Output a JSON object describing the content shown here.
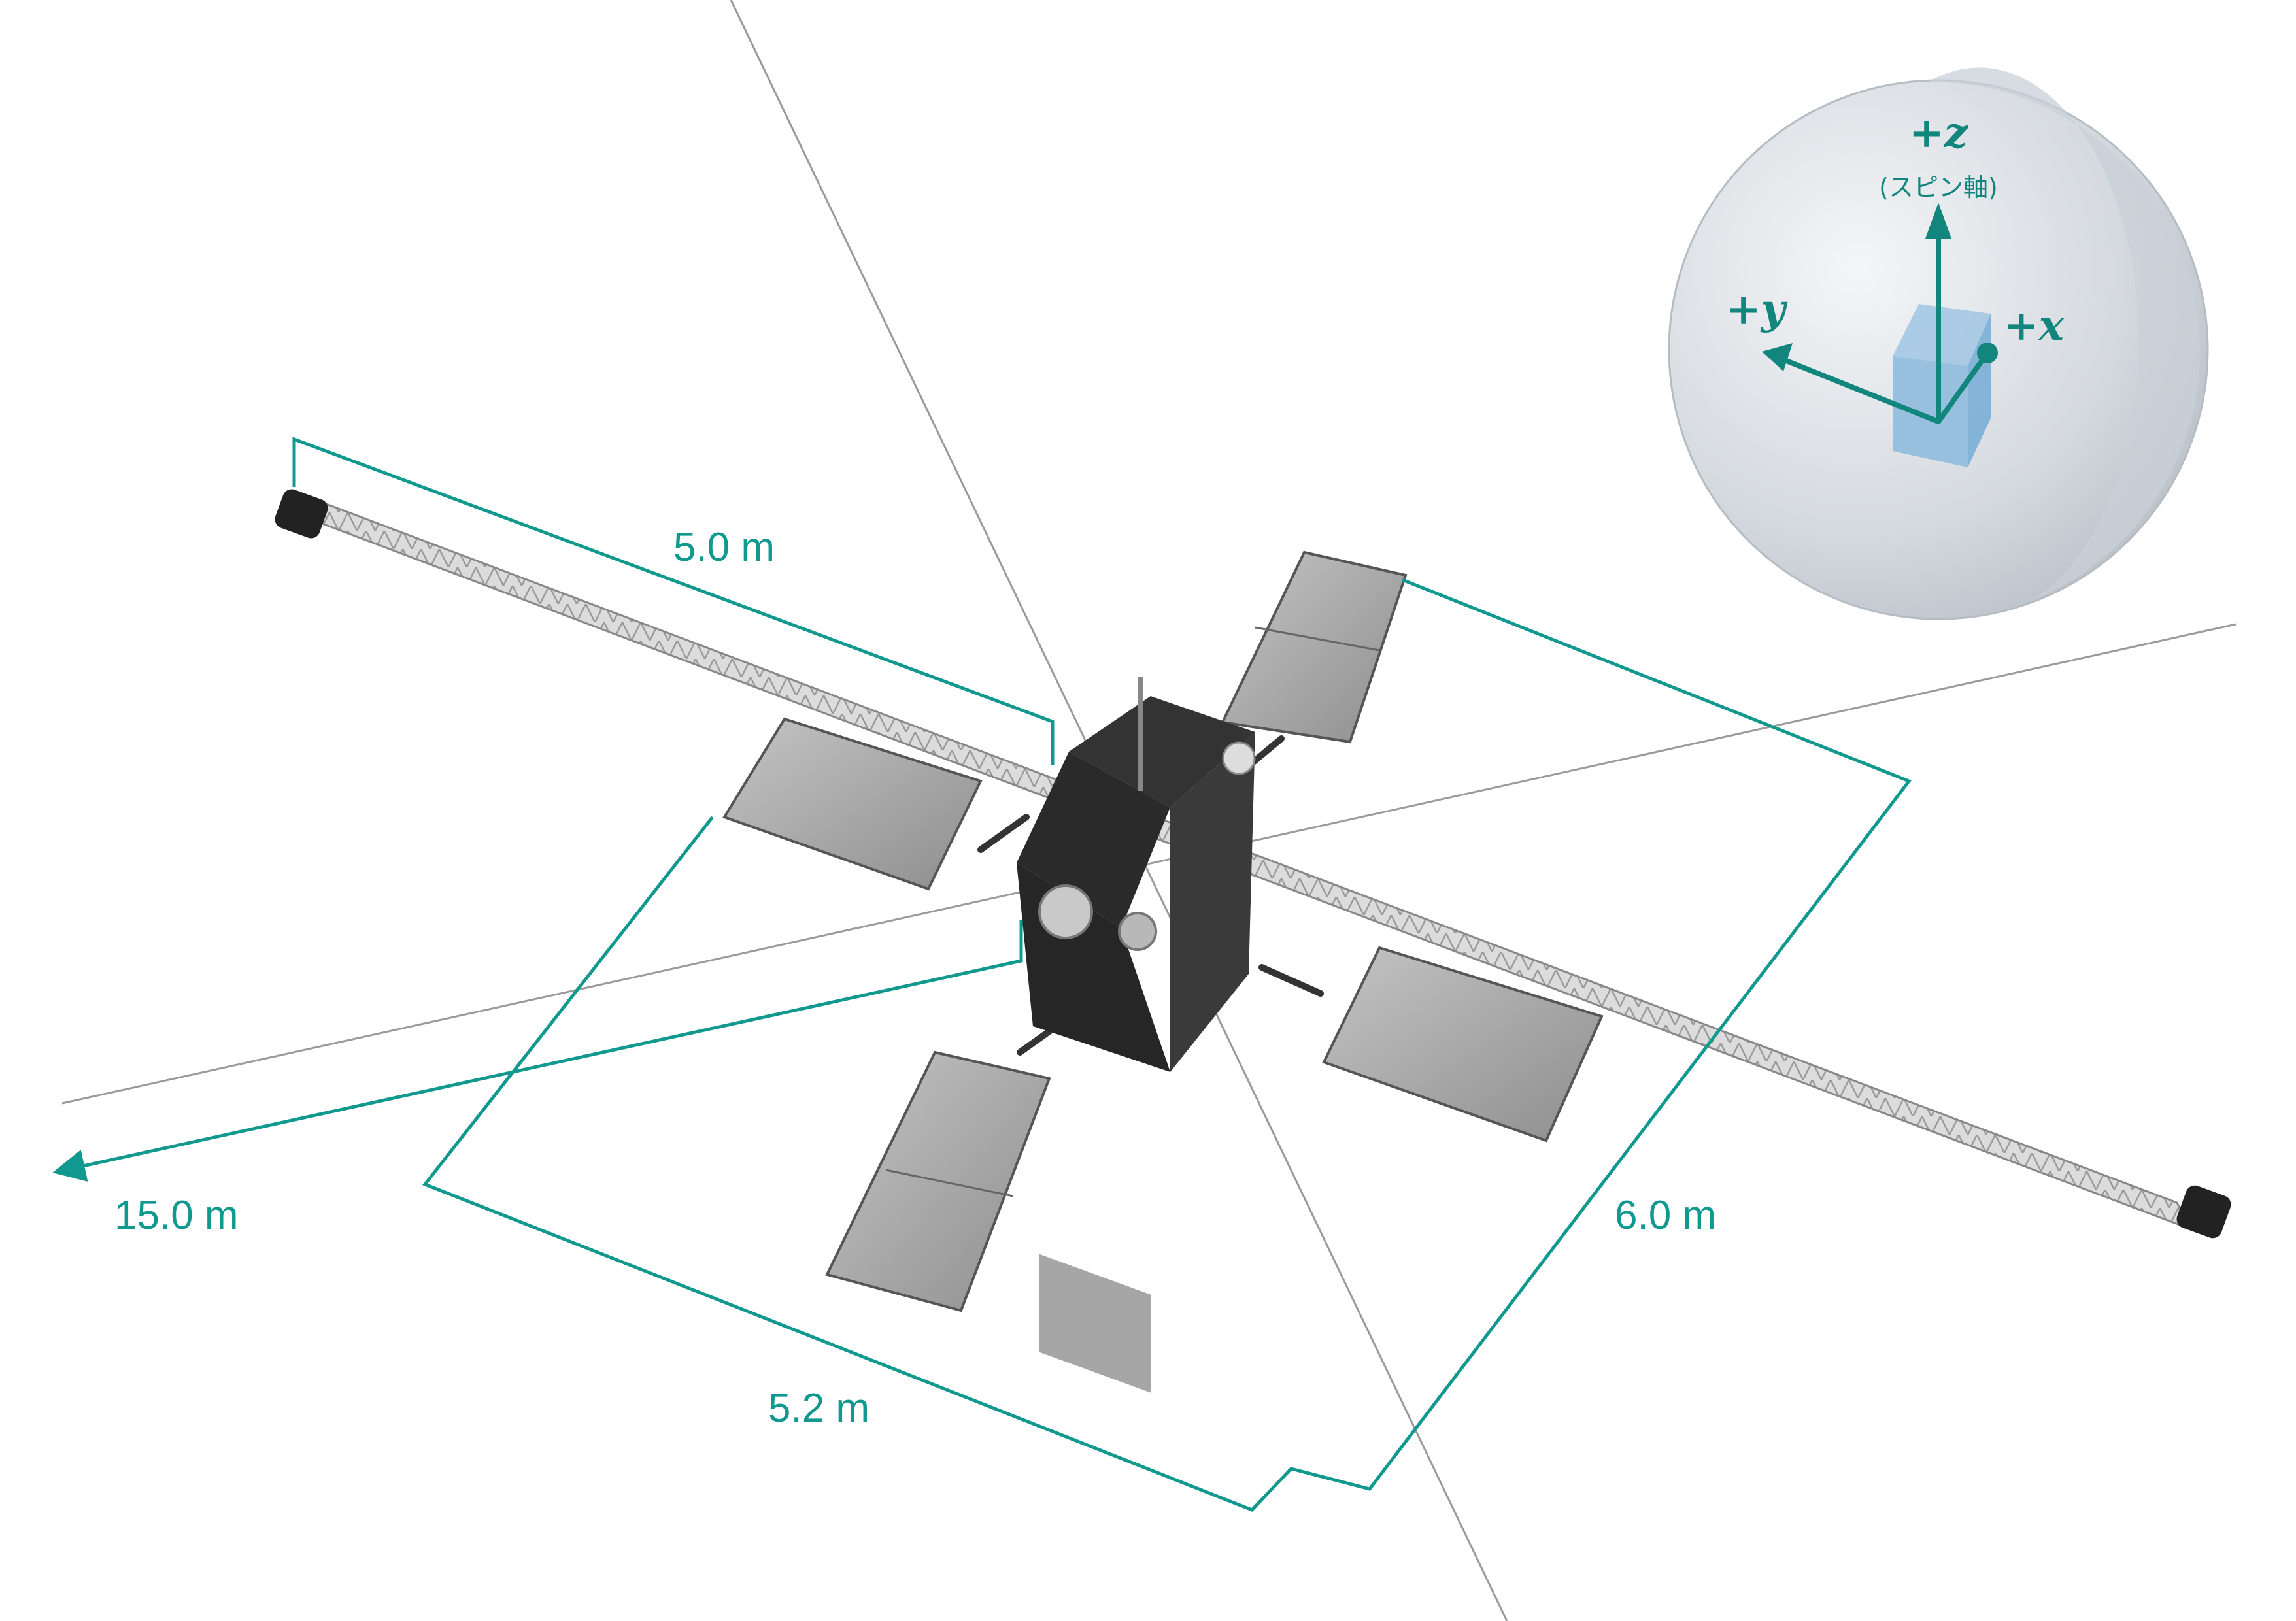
{
  "colors": {
    "dimension_line": "#12998f",
    "axis_arrow": "#12857d",
    "reference_line": "#9a9a9a",
    "body": "#2a2a2a",
    "panel": "#a9a9a9",
    "boom": "#cfcfcf"
  },
  "dimensions": {
    "boom_length": "5.0 m",
    "wire_length": "15.0 m",
    "span_width": "5.2 m",
    "span_depth": "6.0 m"
  },
  "axes": {
    "z_label": "+z",
    "z_note": "(スピン軸)",
    "y_label": "+y",
    "x_label": "+x"
  }
}
